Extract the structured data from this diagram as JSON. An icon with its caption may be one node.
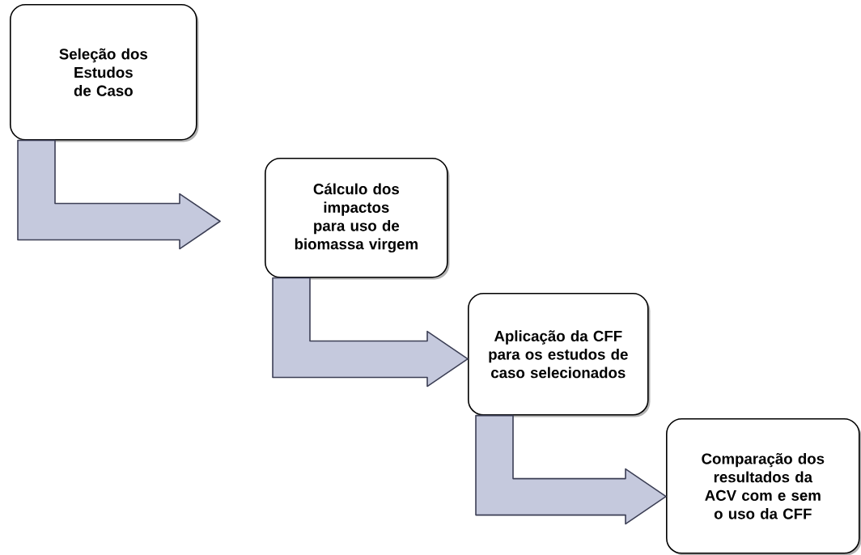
{
  "diagram": {
    "nodes": [
      {
        "text": [
          "Seleção dos Estudos de Caso"
        ]
      },
      {
        "text": [
          "Cálculo dos impactos para uso de biomassa virgem"
        ]
      },
      {
        "text": [
          "Aplicação da CFF para os estudos de caso selecionados"
        ]
      },
      {
        "text": [
          "Comparação dos resultados da ACV com e sem o uso da CFF"
        ]
      }
    ],
    "edges": [
      {
        "from": 0,
        "to": 1,
        "arrow": "to"
      },
      {
        "from": 1,
        "to": 2,
        "arrow": "to"
      },
      {
        "from": 2,
        "to": 3,
        "arrow": "to"
      }
    ]
  }
}
